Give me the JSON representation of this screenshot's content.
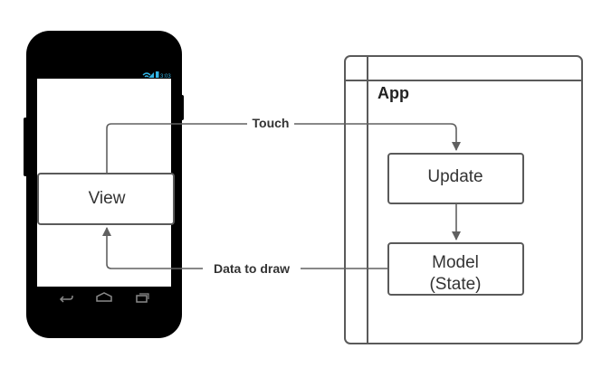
{
  "phone": {
    "status_time": "3:03"
  },
  "boxes": {
    "view": "View",
    "update": "Update",
    "model_line1": "Model",
    "model_line2": "(State)"
  },
  "app_label": "App",
  "arrows": {
    "touch": "Touch",
    "data_to_draw": "Data to draw"
  },
  "icons": [
    "back-icon",
    "home-icon",
    "recent-apps-icon",
    "wifi-icon",
    "signal-icon",
    "battery-icon"
  ],
  "colors": {
    "phone_body": "#000000",
    "screen": "#ffffff",
    "box_stroke": "#5a5a5a",
    "arrow": "#606060",
    "status_accent": "#33b5e5"
  }
}
